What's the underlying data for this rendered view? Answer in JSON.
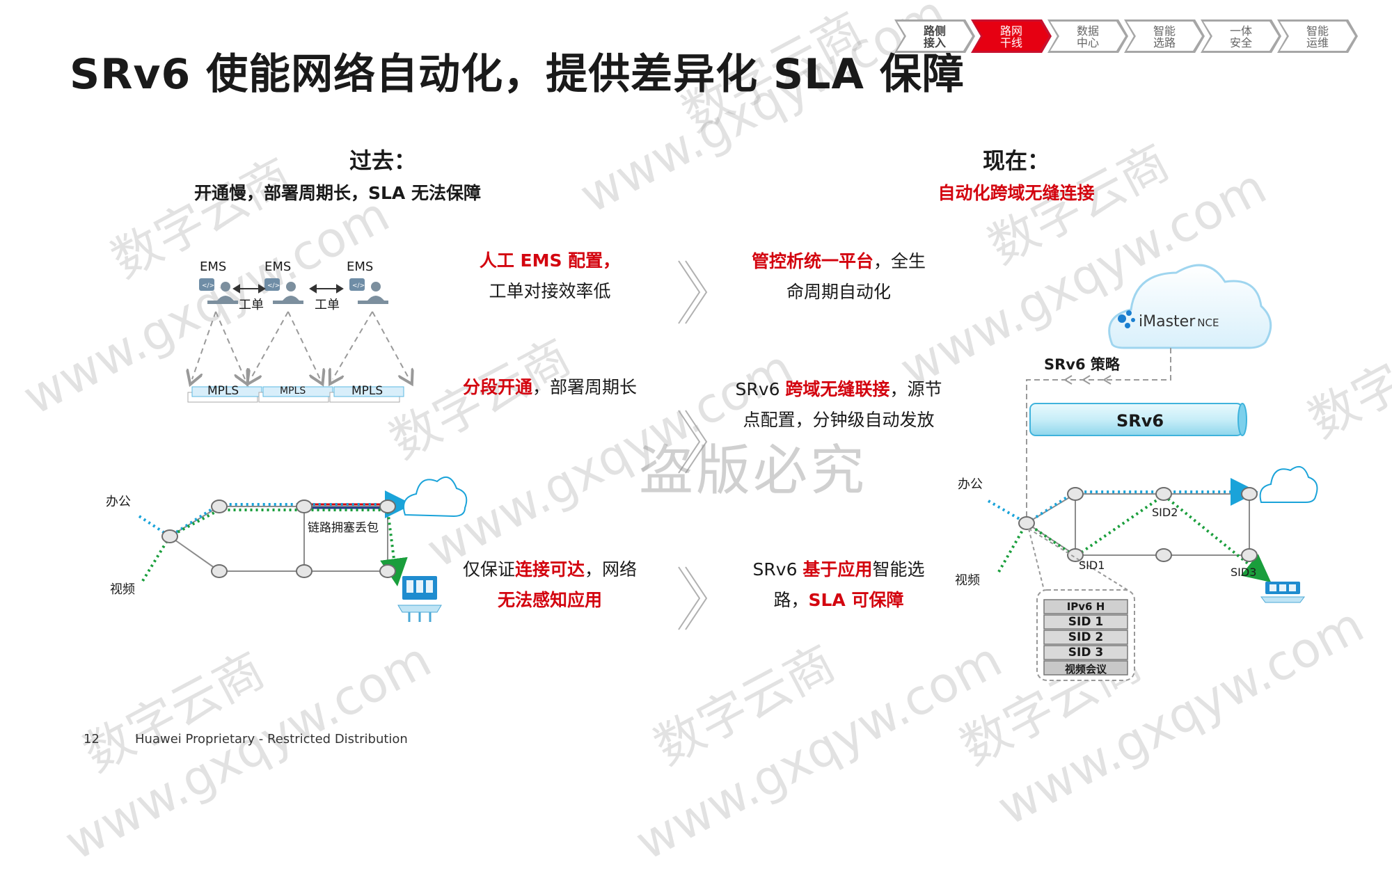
{
  "title": "SRv6 使能网络自动化，提供差异化 SLA 保障",
  "nav": [
    "路侧\n接入",
    "路网\n干线",
    "数据\n中心",
    "智能\n选路",
    "一体\n安全",
    "智能\n运维"
  ],
  "past": {
    "heading": "过去：",
    "subheading": "开通慢，部署周期长，SLA 无法保障"
  },
  "now": {
    "heading": "现在：",
    "subheading": "自动化跨域无缝连接"
  },
  "compare": {
    "r1_left_red": "人工 EMS 配置，",
    "r1_left_rest": "工单对接效率低",
    "r2_left_red": "分段开通",
    "r2_left_rest": "，部署周期长",
    "r3_left_a": "仅保证",
    "r3_left_red1": "连接可达",
    "r3_left_b": "，网络",
    "r3_left_red2": "无法感知应用",
    "r1_right_red": "管控析统一平台",
    "r1_right_rest": "，全生",
    "r1_right_line2": "命周期自动化",
    "r2_right_a": "SRv6 ",
    "r2_right_red": "跨域无缝联接",
    "r2_right_b": "，源节",
    "r2_right_line2": "点配置，分钟级自动发放",
    "r3_right_a": "SRv6 ",
    "r3_right_red": "基于应用",
    "r3_right_b": "智能选",
    "r3_right_c": "路，",
    "r3_right_red2": "SLA 可保障"
  },
  "left_diagram": {
    "ems": [
      "EMS",
      "EMS",
      "EMS"
    ],
    "ticket": [
      "工单",
      "工单"
    ],
    "mpls": [
      "MPLS",
      "MPLS",
      "MPLS"
    ],
    "office": "办公",
    "video": "视频",
    "congestion": "链路拥塞丢包"
  },
  "right_diagram": {
    "cloud_brand": "iMaster",
    "cloud_brand_suffix": "NCE",
    "policy": "SRv6 策略",
    "pipe": "SRv6",
    "office": "办公",
    "video": "视频",
    "sids": [
      "SID1",
      "SID2",
      "SID3"
    ],
    "stack": [
      "IPv6 H",
      "SID 1",
      "SID 2",
      "SID 3",
      "视频会议"
    ]
  },
  "stamp": "盗版必究",
  "watermarks": [
    "数字云商",
    "www.gxqyw.com"
  ],
  "footer": {
    "page": "12",
    "text": "Huawei Proprietary - Restricted Distribution"
  },
  "colors": {
    "accent": "#e60012",
    "red_text": "#d3040f",
    "blue_path": "#1aa3d9",
    "green_path": "#1a9e3c",
    "grey_nav": "#a6a6a6"
  }
}
